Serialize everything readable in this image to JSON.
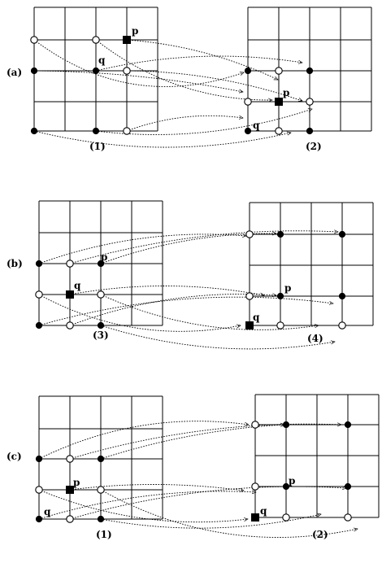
{
  "panels": [
    {
      "id": "a",
      "label": "(a)",
      "left_grid_label": "(1)",
      "right_grid_label": "(2)",
      "left_p": "p",
      "left_q": "q",
      "right_p": "p",
      "right_q": "q"
    },
    {
      "id": "b",
      "label": "(b)",
      "left_grid_label": "(3)",
      "right_grid_label": "(4)",
      "left_p": "p",
      "left_q": "q",
      "right_p": "p",
      "right_q": "q"
    },
    {
      "id": "c",
      "label": "(c)",
      "left_grid_label": "(1)",
      "right_grid_label": "(2)",
      "left_p": "p",
      "left_q": "q",
      "right_p": "p",
      "right_q": "q"
    }
  ]
}
